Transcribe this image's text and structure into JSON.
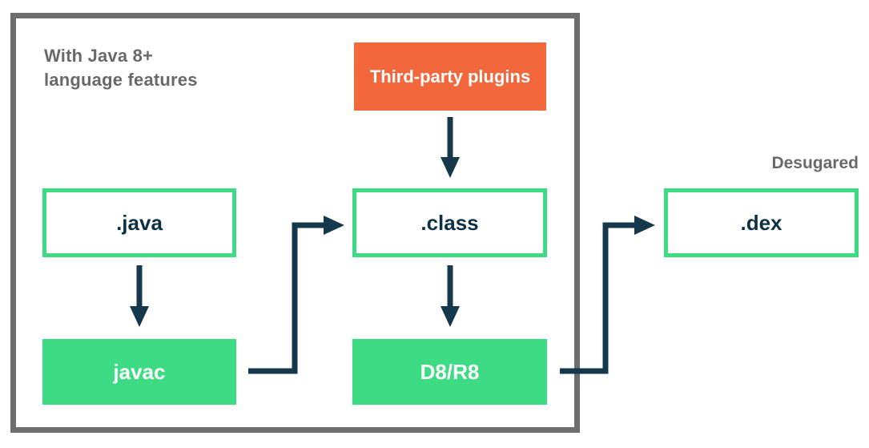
{
  "diagram": {
    "title_note": {
      "line1": "With Java 8+",
      "line2": "language features"
    },
    "desugared_label": "Desugared",
    "nodes": {
      "third_party": {
        "label": "Third-party plugins",
        "type": "plugin-source"
      },
      "java": {
        "label": ".java",
        "type": "file"
      },
      "clazz": {
        "label": ".class",
        "type": "file"
      },
      "dex": {
        "label": ".dex",
        "type": "file"
      },
      "javac": {
        "label": "javac",
        "type": "tool"
      },
      "d8r8": {
        "label": "D8/R8",
        "type": "tool"
      }
    },
    "edges": [
      {
        "from": ".java",
        "to": "javac"
      },
      {
        "from": "javac",
        "to": ".class"
      },
      {
        "from": "Third-party plugins",
        "to": ".class"
      },
      {
        "from": ".class",
        "to": "D8/R8"
      },
      {
        "from": "D8/R8",
        "to": ".dex"
      }
    ]
  },
  "colors": {
    "green": "#3DDC84",
    "orange": "#F2673C",
    "navy": "#16384C",
    "text_navy": "#0C3144",
    "gray_border": "#6E6E6E",
    "gray_text": "#696969"
  }
}
